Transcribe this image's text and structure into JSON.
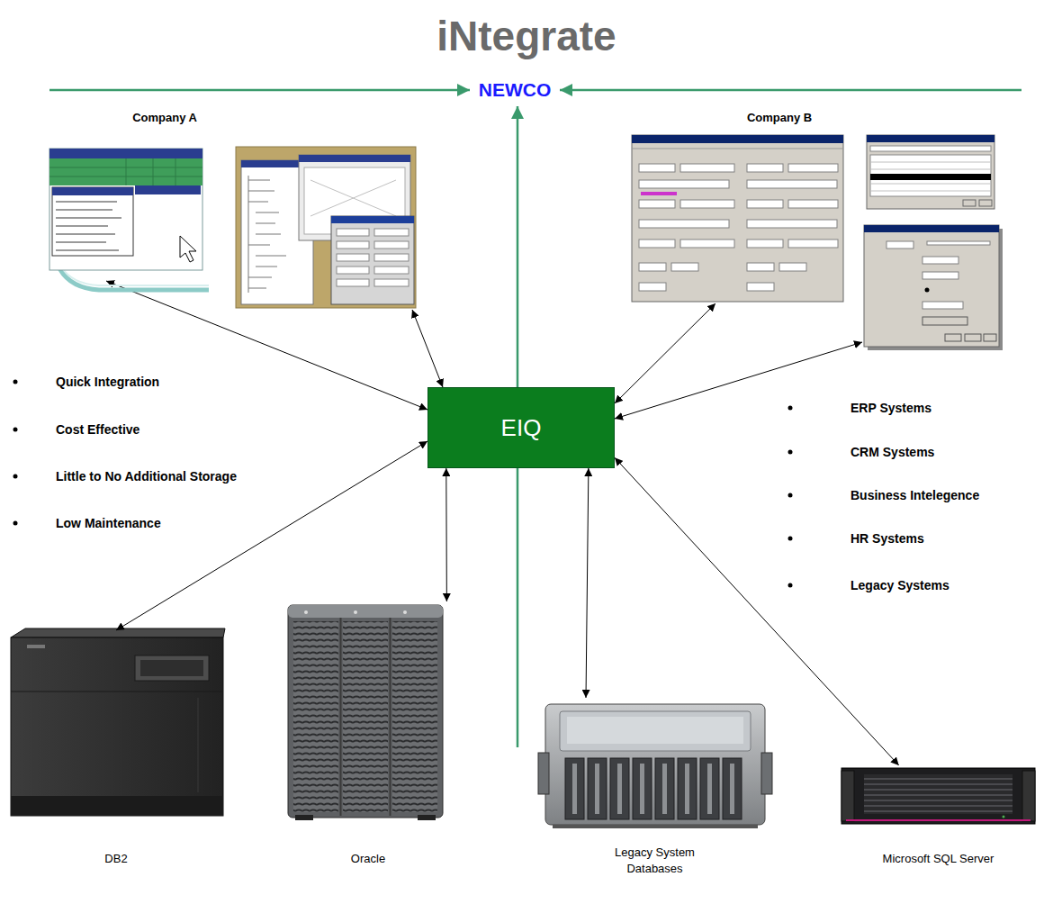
{
  "diagram": {
    "title": "iNtegrate",
    "nodes": [
      {
        "text": [
          "EIQ"
        ]
      },
      {
        "text": [
          "DB2"
        ]
      },
      {
        "text": [
          "Oracle"
        ]
      },
      {
        "text": [
          "Legacy System Databases"
        ]
      },
      {
        "text": [
          "Microsoft SQL Server"
        ]
      }
    ],
    "edges": [
      {
        "from": 0,
        "to": 1,
        "arrow": "both"
      },
      {
        "from": 0,
        "to": 2,
        "arrow": "both"
      },
      {
        "from": 0,
        "to": 3,
        "arrow": "both"
      },
      {
        "from": 0,
        "to": 4,
        "arrow": "both"
      }
    ],
    "labels": [
      "NEWCO",
      "Company A",
      "Company B",
      "Quick Integration",
      "Cost Effective",
      "Little to No Additional Storage",
      "Low Maintenance",
      "ERP Systems",
      "CRM Systems",
      "Business Intelegence",
      "HR Systems",
      "Legacy Systems"
    ]
  }
}
